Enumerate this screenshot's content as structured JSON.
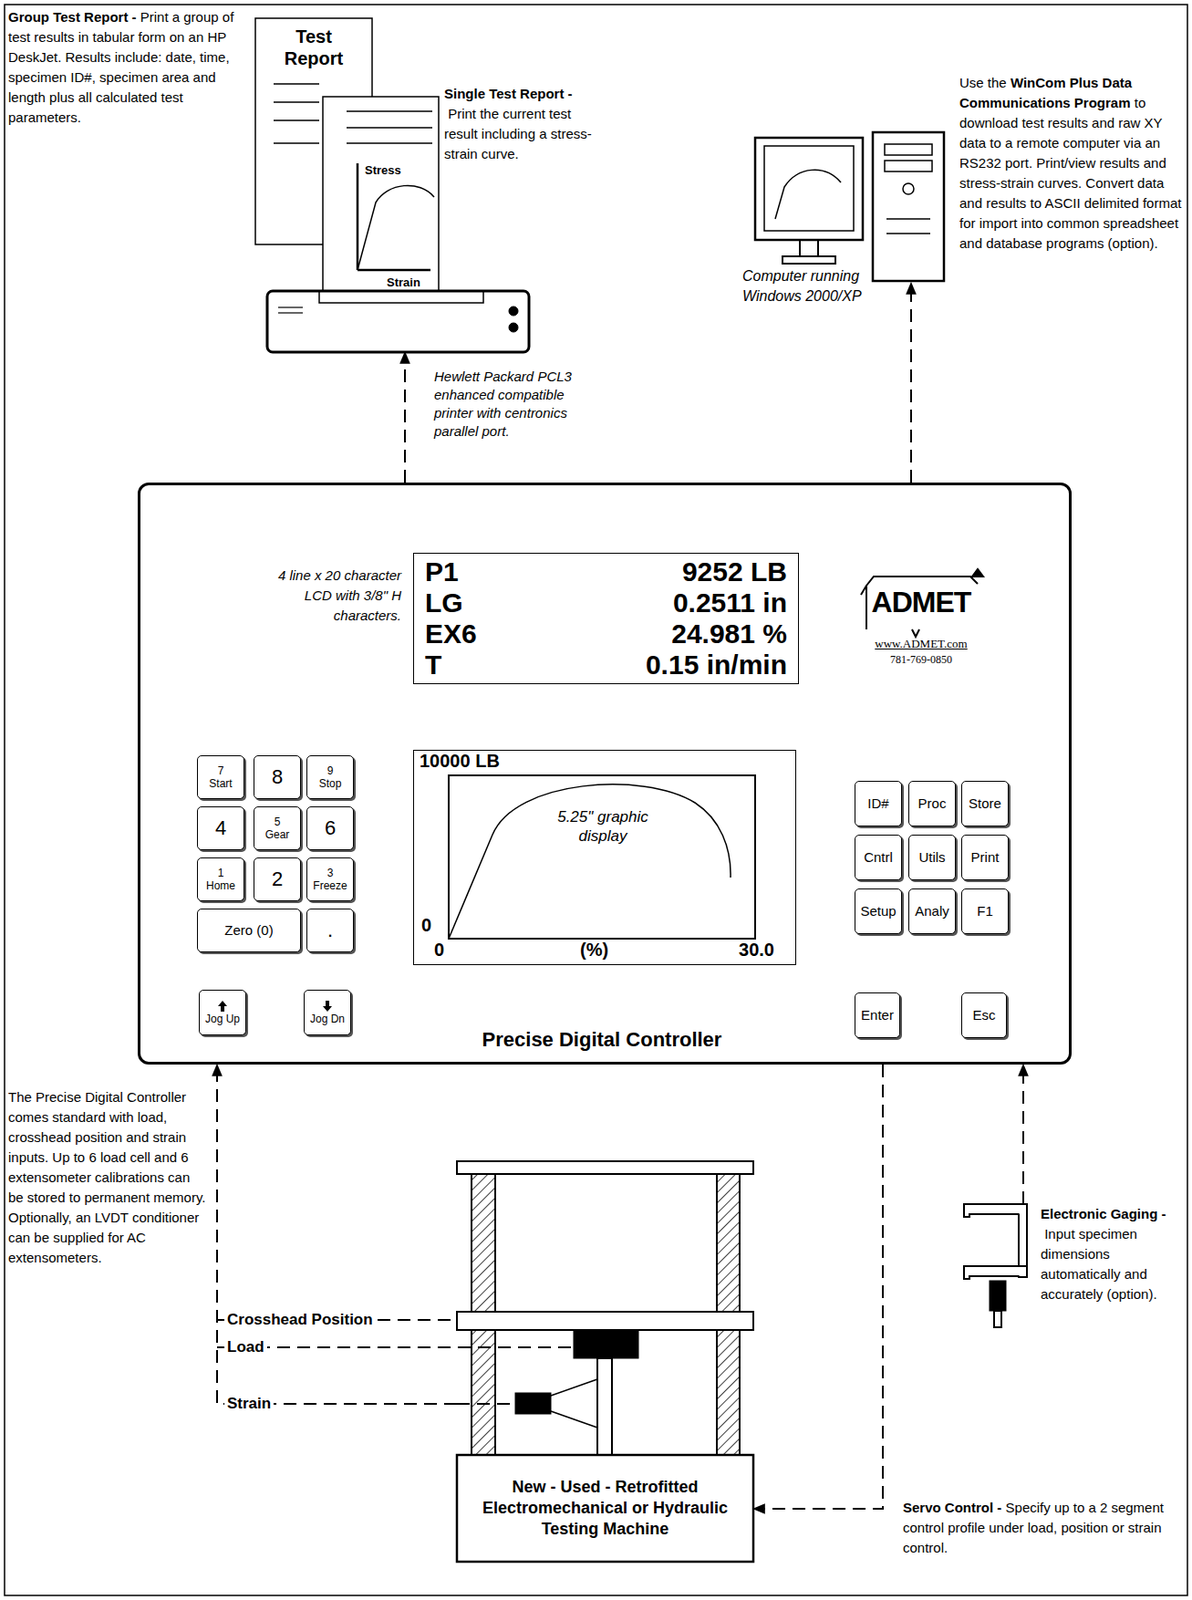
{
  "diagram": {
    "nodes": [
      {
        "text": [
          "Test Report"
        ]
      },
      {
        "text": [
          "Stress",
          "Strain"
        ]
      },
      {
        "text": [
          "Hewlett Packard PCL3 enhanced compatible printer with centronics parallel port."
        ]
      },
      {
        "text": [
          "Computer running Windows 2000/XP"
        ]
      },
      {
        "text": [
          "Precise Digital Controller"
        ]
      },
      {
        "text": [
          "P1",
          "9252 LB",
          "LG",
          "0.2511 in",
          "EX6",
          "24.981 %",
          "T",
          "0.15 in/min"
        ],
        "in": 4
      },
      {
        "text": [
          "10000 LB",
          "5.25\" graphic display",
          "0",
          "0",
          "(%)",
          "30.0"
        ],
        "in": 4
      },
      {
        "text": [
          "7",
          "Start"
        ],
        "in": 4
      },
      {
        "text": [
          "8"
        ],
        "in": 4
      },
      {
        "text": [
          "9",
          "Stop"
        ],
        "in": 4
      },
      {
        "text": [
          "4"
        ],
        "in": 4
      },
      {
        "text": [
          "5",
          "Gear"
        ],
        "in": 4
      },
      {
        "text": [
          "6"
        ],
        "in": 4
      },
      {
        "text": [
          "1",
          "Home"
        ],
        "in": 4
      },
      {
        "text": [
          "2"
        ],
        "in": 4
      },
      {
        "text": [
          "3",
          "Freeze"
        ],
        "in": 4
      },
      {
        "text": [
          "Zero (0)"
        ],
        "in": 4
      },
      {
        "text": [
          "."
        ],
        "in": 4
      },
      {
        "text": [
          "Jog Up"
        ],
        "in": 4
      },
      {
        "text": [
          "Jog Dn"
        ],
        "in": 4
      },
      {
        "text": [
          "ID#"
        ],
        "in": 4
      },
      {
        "text": [
          "Proc"
        ],
        "in": 4
      },
      {
        "text": [
          "Store"
        ],
        "in": 4
      },
      {
        "text": [
          "Cntrl"
        ],
        "in": 4
      },
      {
        "text": [
          "Utils"
        ],
        "in": 4
      },
      {
        "text": [
          "Print"
        ],
        "in": 4
      },
      {
        "text": [
          "Setup"
        ],
        "in": 4
      },
      {
        "text": [
          "Analy"
        ],
        "in": 4
      },
      {
        "text": [
          "F1"
        ],
        "in": 4
      },
      {
        "text": [
          "Enter"
        ],
        "in": 4
      },
      {
        "text": [
          "Esc"
        ],
        "in": 4
      },
      {
        "text": [
          "New - Used - Retrofitted Electromechanical or Hydraulic Testing Machine"
        ]
      },
      {
        "text": [
          "Electronic Gaging -",
          "Input specimen dimensions automatically and accurately (option)."
        ]
      }
    ],
    "edges": [
      {
        "from": 4,
        "to": 2,
        "arrow": "to"
      },
      {
        "from": 4,
        "to": 3,
        "arrow": "to"
      },
      {
        "from": 31,
        "to": 4,
        "arrow": "to"
      },
      {
        "from": 4,
        "to": 31,
        "arrow": "to"
      },
      {
        "from": 32,
        "to": 4,
        "arrow": "to"
      }
    ],
    "labels": [
      "Group Test Report -",
      "Print a group of test results in tabular form on an HP DeskJet. Results include: date, time, specimen ID#, specimen area and length plus all calculated test parameters.",
      "Single Test Report -",
      "Print the current test result including a stress-strain curve.",
      "Use the",
      "WinCom Plus Data Communications Program",
      "to download test results and raw XY data to a remote computer via an RS232 port. Print/view results and stress-strain curves. Convert data and results to ASCII delimited format for import into common spreadsheet and database programs (option).",
      "4 line x 20 character LCD with 3/8\" H characters.",
      "ADMET",
      "www.ADMET.com",
      "781-769-0850",
      "The Precise Digital Controller comes standard with load, crosshead position and strain inputs. Up to 6 load cell and 6 extensometer calibrations can be stored to permanent memory. Optionally, an LVDT conditioner can be supplied for AC extensometers.",
      "Crosshead Position",
      "Load",
      "Strain",
      "Servo Control -",
      "Specify up to a 2 segment control profile under load, position or strain control."
    ]
  }
}
